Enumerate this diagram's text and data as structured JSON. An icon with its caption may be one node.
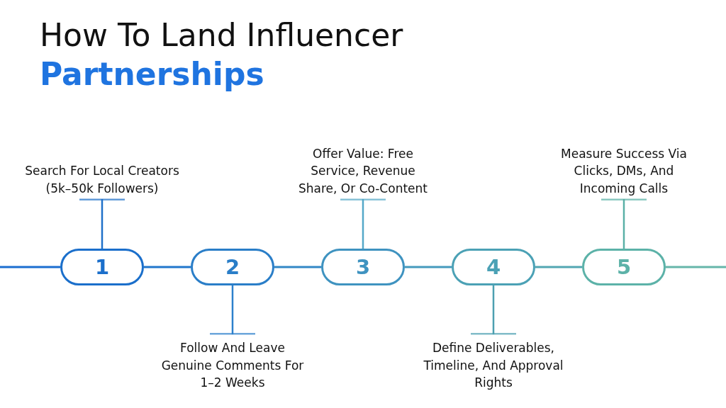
{
  "diagram": {
    "title": "How To Land Influencer **Partnerships**",
    "nodes": [
      {
        "text": [
          "1"
        ]
      },
      {
        "text": [
          "2"
        ]
      },
      {
        "text": [
          "3"
        ]
      },
      {
        "text": [
          "4"
        ]
      },
      {
        "text": [
          "5"
        ]
      },
      {
        "text": [
          "Search For Local Creators (5k–50k Followers)"
        ]
      },
      {
        "text": [
          "Follow And Leave Genuine Comments For 1–2 Weeks"
        ]
      },
      {
        "text": [
          "Offer Value: Free Service, Revenue Share, Or Co-Content"
        ]
      },
      {
        "text": [
          "Define Deliverables, Timeline, And Approval Rights"
        ]
      },
      {
        "text": [
          "Measure Success Via Clicks, DMs, And Incoming Calls"
        ]
      }
    ],
    "edges": [
      {
        "from": null,
        "to": 0,
        "arrow": "none",
        "color": "#1a6dd0"
      },
      {
        "from": 0,
        "to": 1,
        "arrow": "none",
        "color": "#2176cc"
      },
      {
        "from": 1,
        "to": 2,
        "arrow": "none",
        "color": "#3287c6"
      },
      {
        "from": 2,
        "to": 3,
        "arrow": "none",
        "color": "#4499bd"
      },
      {
        "from": 3,
        "to": 4,
        "arrow": "none",
        "color": "#52a6b2"
      },
      {
        "from": 4,
        "to": null,
        "arrow": "none",
        "color": "#66b6aa"
      },
      {
        "from": 0,
        "to": 5,
        "arrow": "other",
        "color": "#1f70c9"
      },
      {
        "from": 1,
        "to": 6,
        "arrow": "other",
        "color": "#2d80cc"
      },
      {
        "from": 2,
        "to": 7,
        "arrow": "other",
        "color": "#55a8c8"
      },
      {
        "from": 3,
        "to": 8,
        "arrow": "other",
        "color": "#4c9fb0"
      },
      {
        "from": 4,
        "to": 9,
        "arrow": "other",
        "color": "#5ab0a6"
      }
    ]
  }
}
